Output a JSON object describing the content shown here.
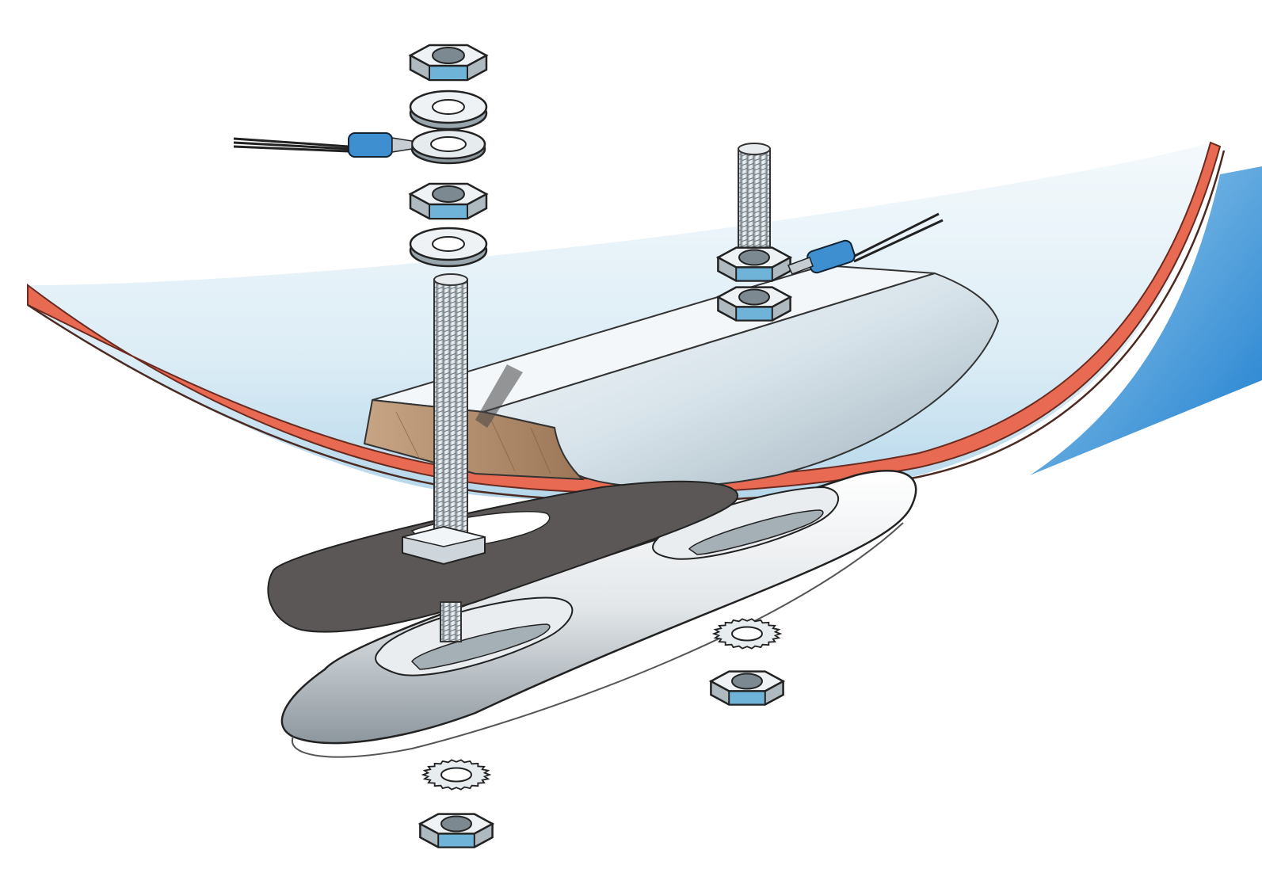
{
  "illustration": {
    "colors": {
      "background": "#ffffff",
      "hull_interior": "#dfeef6",
      "hull_interior_shade": "#b7d8ea",
      "hull_edge": "#e96a52",
      "hull_outer_blue": "#2e8fd4",
      "wood_block": "#b08c6a",
      "metal_light": "#f4f6f7",
      "metal_mid": "#b9c3c9",
      "metal_dark": "#5f6a72",
      "nut_face_blue": "#6fb4d8",
      "gasket": "#5b5756",
      "wire": "#222222",
      "crimp_blue": "#3d8fd0"
    },
    "parts": [
      "hull-section",
      "internal-backing-block",
      "through-bolt",
      "stud-bolt",
      "external-plate",
      "gasket",
      "hex-nut",
      "flat-washer",
      "star-lock-washer",
      "ring-terminal-cable"
    ]
  }
}
